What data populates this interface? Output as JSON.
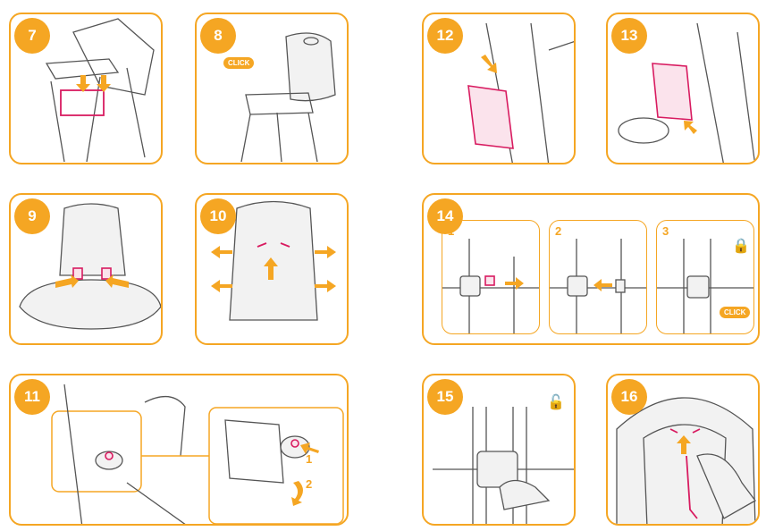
{
  "colors": {
    "accent": "#f5a623",
    "highlight": "#d81b60",
    "line": "#555555"
  },
  "steps": {
    "s7": "7",
    "s8": "8",
    "s9": "9",
    "s10": "10",
    "s11": "11",
    "s12": "12",
    "s13": "13",
    "s14": "14",
    "s15": "15",
    "s16": "16"
  },
  "step11_callouts": {
    "c1": "1",
    "c2": "2"
  },
  "step14_sub": {
    "a": "1",
    "b": "2",
    "c": "3"
  },
  "click_text": "CLICK",
  "icons": [
    "lock-icon",
    "unlock-icon",
    "arrow-icon"
  ]
}
